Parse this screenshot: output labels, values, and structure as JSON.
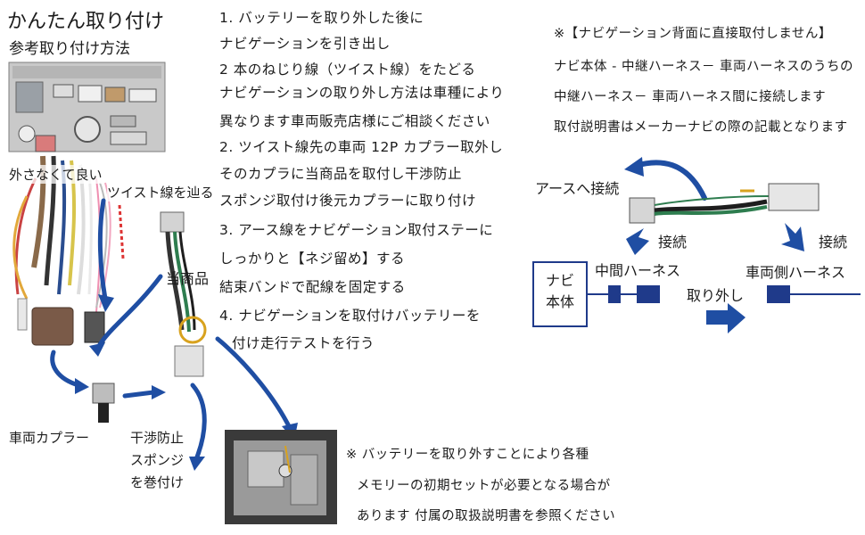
{
  "left": {
    "title": "かんたん取り付け",
    "subtitle": "参考取り付け方法",
    "label_no_remove": "外さなくて良い",
    "label_follow_twist": "ツイスト線を辿る",
    "label_product": "当商品",
    "label_vehicle_coupler": "車両カプラー",
    "label_sponge_1": "干渉防止",
    "label_sponge_2": "スポンジ",
    "label_sponge_3": "を巻付け"
  },
  "steps": [
    "1. バッテリーを取り外した後に",
    "ナビゲーションを引き出し",
    "2 本のねじり線（ツイスト線）をたどる",
    "ナビゲーションの取り外し方法は車種により",
    "異なります車両販売店様にご相談ください",
    "2. ツイスト線先の車両 12P カプラー取外し",
    "そのカプラに当商品を取付し干渉防止",
    "スポンジ取付け後元カプラーに取り付け",
    "3. アース線をナビゲーション取付ステーに",
    "しっかりと【ネジ留め】する",
    "結束バンドで配線を固定する",
    "4. ナビゲーションを取付けバッテリーを",
    "付け走行テストを行う"
  ],
  "right_note": [
    "※【ナビゲーション背面に直接取付しません】",
    "ナビ本体 - 中継ハーネス－ 車両ハーネスのうちの",
    "中継ハーネス－ 車両ハーネス間に接続します",
    "取付説明書はメーカーナビの際の記載となります"
  ],
  "diagram": {
    "earth_label": "アースへ接続",
    "connect_left": "接続",
    "connect_right": "接続",
    "navi_body_1": "ナビ",
    "navi_body_2": "本体",
    "mid_harness": "中間ハーネス",
    "vehicle_harness": "車両側ハーネス",
    "remove_label": "取り外し"
  },
  "bottom_note": [
    "※ バッテリーを取り外すことにより各種",
    "メモリーの初期セットが必要となる場合が",
    "あります 付属の取扱説明書を参照ください"
  ],
  "colors": {
    "arrow_blue": "#1f4ea3",
    "box_blue": "#1f3a8a",
    "wire_green": "#2e7d4f",
    "highlight_yellow": "#d8a21e"
  }
}
